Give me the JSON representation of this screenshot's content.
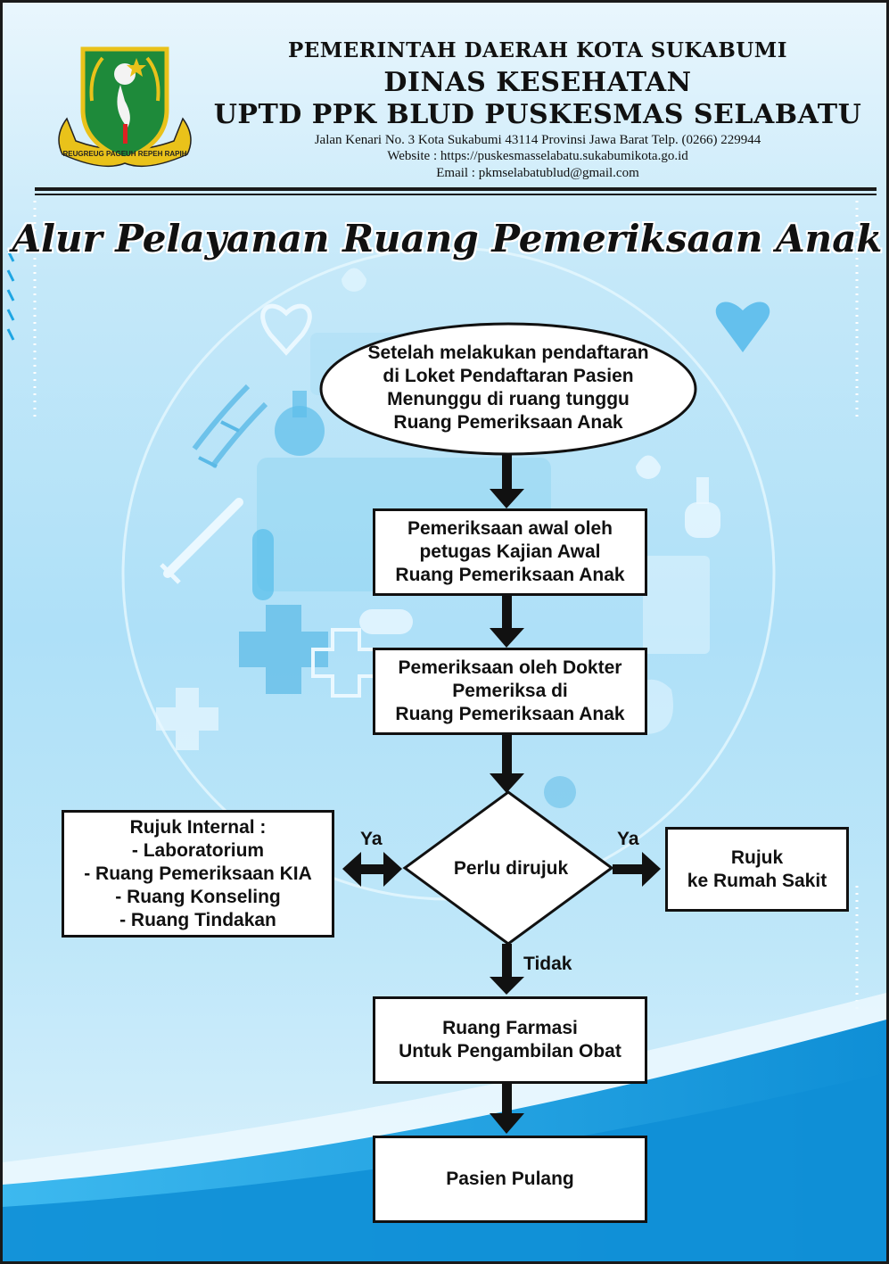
{
  "header": {
    "line1": "PEMERINTAH DAERAH KOTA SUKABUMI",
    "line2": "DINAS KESEHATAN",
    "line3": "UPTD PPK BLUD PUSKESMAS SELABATU",
    "address": "Jalan Kenari No. 3 Kota Sukabumi 43114 Provinsi Jawa Barat Telp. (0266) 229944",
    "website": "Website : https://puskesmasselabatu.sukabumikota.go.id",
    "email": "Email : pkmselabatublud@gmail.com",
    "logo_motto": "REUGREUG PAGEUH REPEH RAPIH"
  },
  "title": "Alur Pelayanan Ruang Pemeriksaan Anak",
  "flow": {
    "start": "Setelah melakukan pendaftaran\ndi Loket Pendaftaran Pasien\nMenunggu di ruang tunggu\nRuang Pemeriksaan Anak",
    "step1": "Pemeriksaan awal oleh\npetugas Kajian Awal\nRuang Pemeriksaan Anak",
    "step2": "Pemeriksaan oleh Dokter\nPemeriksa di\nRuang Pemeriksaan Anak",
    "decision": "Perlu dirujuk",
    "internal": "Rujuk Internal :\n- Laboratorium\n- Ruang Pemeriksaan KIA\n- Ruang Konseling\n- Ruang Tindakan",
    "external": "Rujuk\nke Rumah Sakit",
    "yes_left": "Ya",
    "yes_right": "Ya",
    "no": "Tidak",
    "step3": "Ruang Farmasi\nUntuk Pengambilan Obat",
    "end": "Pasien Pulang"
  },
  "colors": {
    "background": "#bfe7f9",
    "accent_blue": "#1ea5e3",
    "border": "#111111",
    "logo_green": "#1e8a3a",
    "logo_gold": "#e9c21a"
  }
}
